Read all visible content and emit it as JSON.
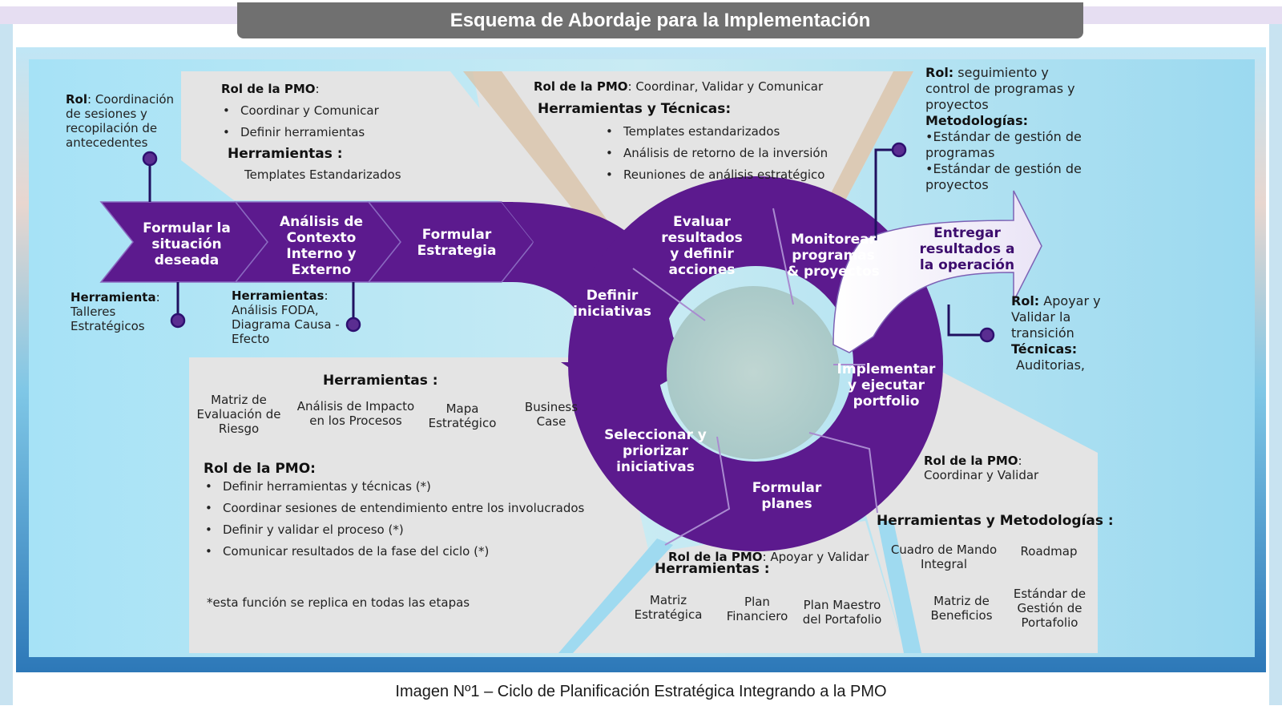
{
  "title": "Esquema de Abordaje para la Implementación",
  "caption": "Imagen Nº1 – Ciclo de Planificación Estratégica Integrando a la PMO",
  "colors": {
    "purple": "#5c1a8e",
    "dark_purple": "#3d0d6e",
    "panel": "#e4e4e4",
    "sky": "#9fdcf2"
  },
  "stages": {
    "s1": [
      "Formular la",
      "situación",
      "deseada"
    ],
    "s2": [
      "Análisis de",
      "Contexto",
      "Interno y",
      "Externo"
    ],
    "s3": [
      "Formular",
      "Estrategia"
    ],
    "s4": [
      "Definir",
      "iniciativas"
    ],
    "s5": [
      "Seleccionar y",
      "priorizar",
      "iniciativas"
    ],
    "s6": [
      "Formular",
      "planes"
    ],
    "s7": [
      "Implementar",
      "y ejecutar",
      "portfolio"
    ],
    "s8": [
      "Evaluar",
      "resultados",
      "y definir",
      "acciones"
    ],
    "s9": [
      "Monitorear",
      "programas",
      "& proyectos"
    ],
    "s10": [
      "Entregar",
      "resultados a",
      "la operación"
    ]
  },
  "notes": {
    "rol_coord": {
      "label": "Rol",
      "lines": [
        ": Coordinación",
        "de sesiones y",
        "recopilación de",
        "antecedentes"
      ]
    },
    "herr_talleres": {
      "label": "Herramienta",
      "lines": [
        ":",
        "Talleres",
        "Estratégicos"
      ]
    },
    "herr_foda": {
      "label": "Herramientas",
      "lines": [
        ":",
        "Análisis FODA,",
        "Diagrama Causa -",
        "Efecto"
      ]
    },
    "panel1": {
      "rol": "Rol de la PMO",
      "items": [
        "Coordinar y Comunicar",
        "Definir herramientas"
      ],
      "herr": "Herramientas :",
      "tool": "Templates Estandarizados"
    },
    "panel2": {
      "rol": "Rol de la PMO",
      "rol_text": ": Coordinar, Validar  y Comunicar",
      "herr": "Herramientas y Técnicas:",
      "items": [
        "Templates estandarizados",
        "Análisis de retorno de la inversión",
        "Reuniones de análisis estratégico"
      ]
    },
    "panel3": {
      "rol_label": "Rol:",
      "rol_text": [
        "seguimiento y",
        "control de programas y",
        "proyectos"
      ],
      "met": "Metodologías:",
      "items": [
        "•Estándar de gestión de",
        "programas",
        "•Estándar de gestión de",
        "proyectos"
      ]
    },
    "panel4": {
      "rol_label": "Rol:",
      "rol_lines": [
        "Apoyar y",
        "Validar la",
        "transición"
      ],
      "tec": "Técnicas:",
      "tec_text": "Auditorias,"
    },
    "panel5": {
      "herr": "Herramientas :",
      "tools": [
        [
          "Matriz de",
          "Evaluación de",
          "Riesgo"
        ],
        [
          "Análisis de Impacto",
          "en los Procesos"
        ],
        [
          "Mapa",
          "Estratégico"
        ],
        [
          "Business",
          "Case"
        ]
      ],
      "rol": "Rol de la PMO:",
      "items": [
        "Definir herramientas y técnicas (*)",
        "Coordinar sesiones de entendimiento entre los involucrados",
        "Definir y validar el proceso (*)",
        "Comunicar resultados de la fase del ciclo (*)"
      ],
      "note": "*esta función se replica en todas las etapas"
    },
    "panel6": {
      "rol": "Rol de la PMO",
      "rol_text": ": Apoyar y Validar",
      "herr": "Herramientas :",
      "tools": [
        [
          "Matriz",
          "Estratégica"
        ],
        [
          "Plan",
          "Financiero"
        ],
        [
          "Plan Maestro",
          "del Portafolio"
        ]
      ]
    },
    "panel7": {
      "rol": "Rol de la PMO",
      "rol_text": [
        "",
        "Coordinar y Validar"
      ],
      "herr": "Herramientas y Metodologías :",
      "tools": [
        [
          "Cuadro de Mando",
          "Integral"
        ],
        [
          "Roadmap"
        ],
        [
          "Matriz de",
          "Beneficios"
        ],
        [
          "Estándar de",
          "Gestión de",
          "Portafolio"
        ]
      ]
    }
  }
}
